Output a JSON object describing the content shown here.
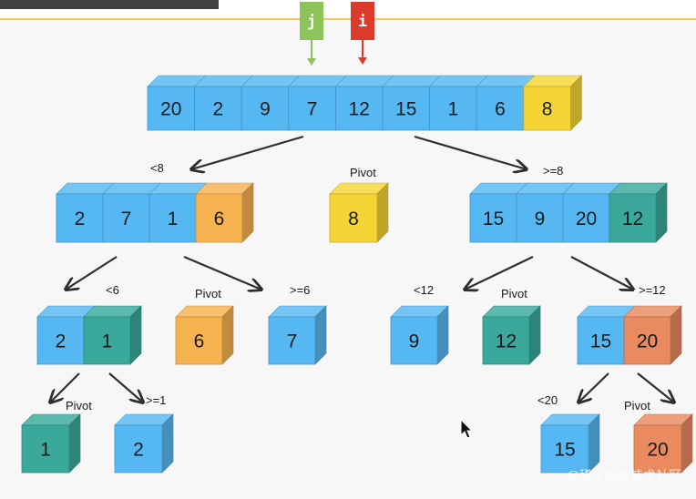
{
  "colors": {
    "blue": "#56b8f2",
    "yellow": "#f5d535",
    "orange": "#f6b24e",
    "teal": "#3aa99b",
    "salmon": "#e98a5f",
    "header_line": "#f0c75e",
    "pointer_j": "#8cc45a",
    "pointer_i": "#dc3b2c"
  },
  "pointers": [
    {
      "label": "j",
      "color": "pointer_j"
    },
    {
      "label": "i",
      "color": "pointer_i"
    }
  ],
  "root": [
    "20",
    "2",
    "9",
    "7",
    "12",
    "15",
    "1",
    "6",
    "8"
  ],
  "level1": {
    "left": [
      "2",
      "7",
      "1",
      "6"
    ],
    "pivot": "8",
    "right": [
      "15",
      "9",
      "20",
      "12"
    ]
  },
  "level2": {
    "left_left": [
      "2",
      "1"
    ],
    "left_pivot": "6",
    "left_right": "7",
    "right_left": "9",
    "right_pivot": "12",
    "right_right": [
      "15",
      "20"
    ]
  },
  "level3": {
    "a_left": "1",
    "a_right": "2",
    "b_left": "15",
    "b_right": "20"
  },
  "labels": {
    "lt8": "<8",
    "pivot": "Pivot",
    "ge8": ">=8",
    "lt6": "<6",
    "ge6": ">=6",
    "lt12": "<12",
    "ge12": ">=12",
    "ge1": ">=1",
    "lt20": "<20"
  },
  "watermark": "@稀土掘金技术社区"
}
